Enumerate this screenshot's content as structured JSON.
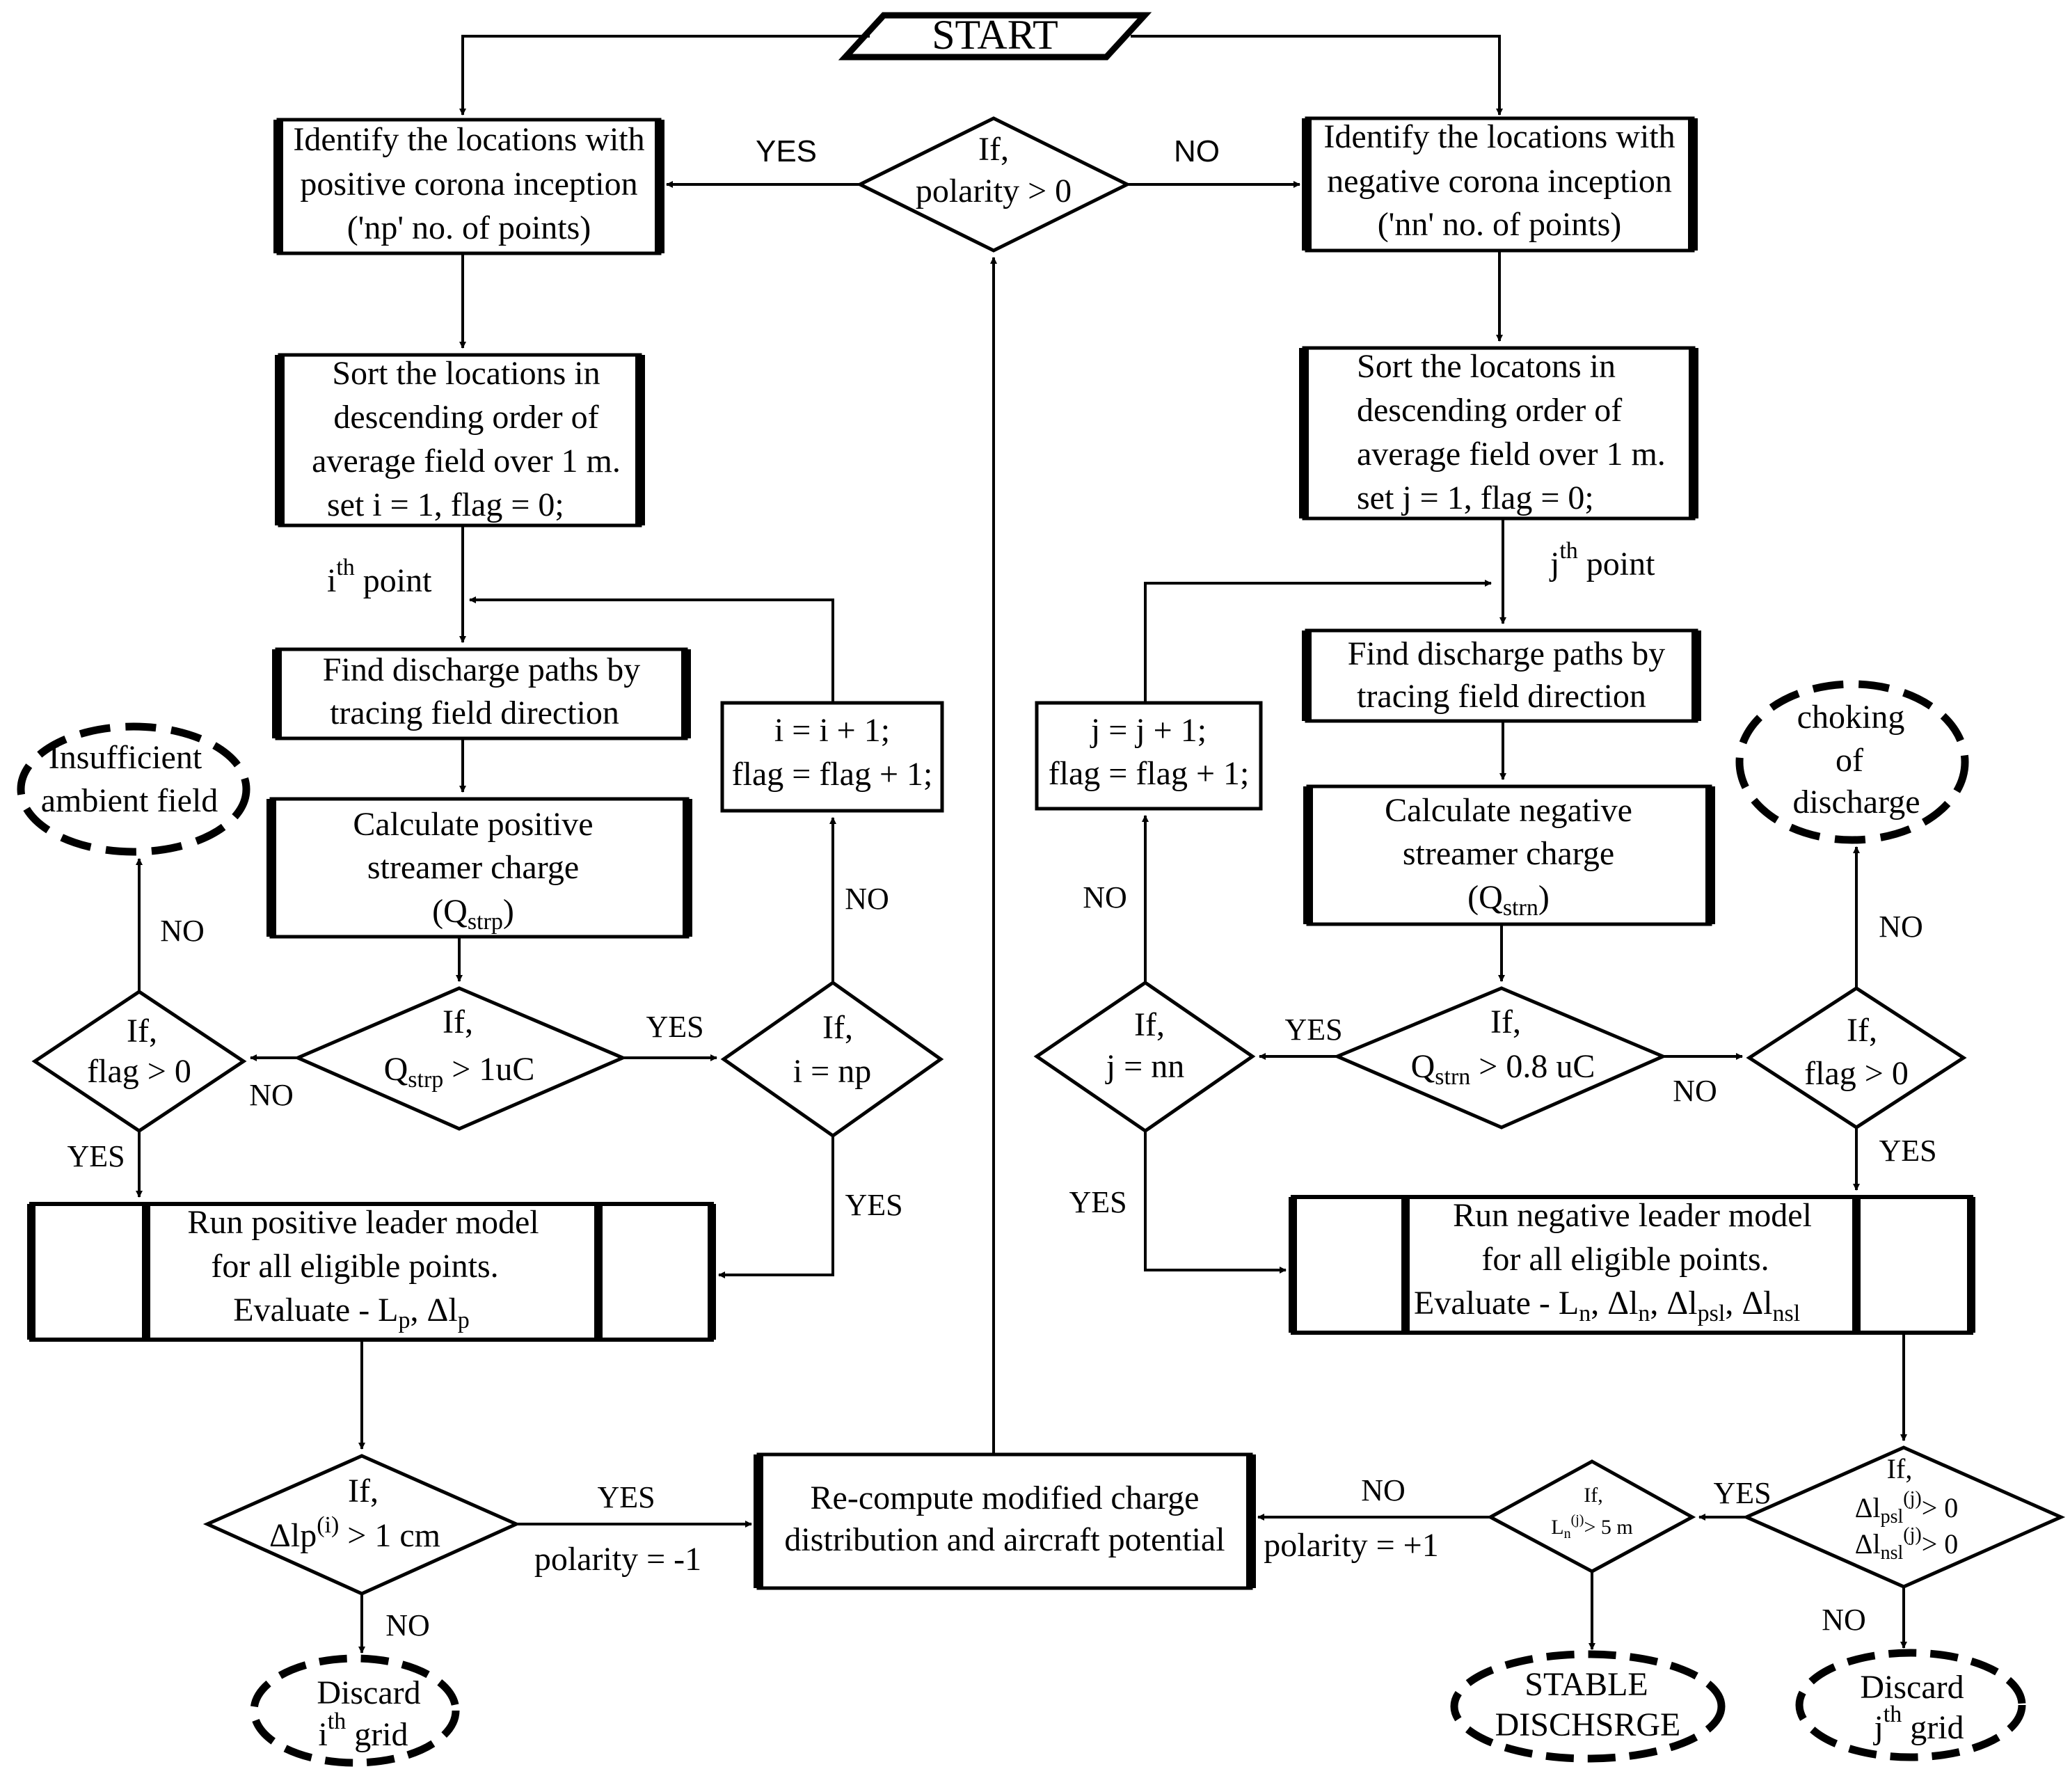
{
  "start": "START",
  "d_polarity": {
    "l1": "If,",
    "l2": "polarity > 0"
  },
  "yes": "YES",
  "no": "NO",
  "b_pos_identify": [
    "Identify the locations with",
    "positive corona inception",
    "('np' no. of points)"
  ],
  "b_neg_identify": [
    "Identify the locations with",
    "negative corona inception",
    "('nn' no. of points)"
  ],
  "b_pos_sort": [
    "Sort the locations in",
    "descending order of",
    "average field over 1 m.",
    "set i = 1, flag = 0;"
  ],
  "b_neg_sort": [
    "Sort the locatons in",
    "descending order of",
    "average field over 1 m.",
    "set j = 1, flag = 0;"
  ],
  "pt_i": {
    "base": "i",
    "sup": "th",
    "rest": " point"
  },
  "pt_j": {
    "base": "j",
    "sup": "th",
    "rest": " point"
  },
  "b_pos_find": [
    "Find discharge paths by",
    "tracing field direction"
  ],
  "b_neg_find": [
    "Find discharge paths by",
    "tracing field direction"
  ],
  "b_i_inc": [
    "i = i + 1;",
    "flag = flag + 1;"
  ],
  "b_j_inc": [
    "j = j + 1;",
    "flag = flag + 1;"
  ],
  "t_insufficient": [
    "Insufficient",
    "ambient field"
  ],
  "t_choking": [
    "choking",
    "of",
    "discharge"
  ],
  "b_pos_calc": {
    "l1": "Calculate positive",
    "l2": "streamer charge",
    "l3_pre": "(Q",
    "l3_sub": "strp",
    "l3_post": ")"
  },
  "b_neg_calc": {
    "l1": "Calculate negative",
    "l2": "streamer charge",
    "l3_pre": "(Q",
    "l3_sub": "strn",
    "l3_post": ")"
  },
  "d_flag_left": {
    "l1": "If,",
    "l2": "flag > 0"
  },
  "d_qstrp": {
    "l1": "If,",
    "l2_pre": "Q",
    "l2_sub": "strp",
    "l2_post": " > 1uC"
  },
  "d_inp": {
    "l1": "If,",
    "l2": "i = np"
  },
  "d_jnn": {
    "l1": "If,",
    "l2": "j = nn"
  },
  "d_qstrn": {
    "l1": "If,",
    "l2_pre": "Q",
    "l2_sub": "strn",
    "l2_post": " > 0.8 uC"
  },
  "d_flag_right": {
    "l1": "If,",
    "l2": "flag > 0"
  },
  "b_pos_leader": {
    "l1": "Run positive leader model",
    "l2": "for all eligible points.",
    "l3": "Evaluate - L",
    "s1": "p",
    "m1": ", Δl",
    "s2": "p"
  },
  "b_neg_leader": {
    "l1": "Run negative leader model",
    "l2": "for all eligible points.",
    "l3": "Evaluate - L",
    "s1": "n",
    "m1": ", Δl",
    "s2": "n",
    "m2": ", Δl",
    "s3": "psl",
    "m3": ", Δl",
    "s4": "nsl"
  },
  "d_dlp": {
    "l1": "If,",
    "l2_pre": "Δlp",
    "l2_sup": "(i)",
    "l2_post": " > 1 cm"
  },
  "b_recompute": [
    "Re-compute modified charge",
    "distribution and aircraft potential"
  ],
  "polarity_m1": "polarity = -1",
  "polarity_p1": "polarity = +1",
  "d_ln": {
    "l1": "If,",
    "l2_pre": "L",
    "l2_sub": "n",
    "l2_sup": "(j)",
    "l2_post": "> 5 m"
  },
  "d_dlpsl": {
    "l1": "If,",
    "a_pre": "Δl",
    "a_sub": "psl",
    "a_sup": "(j)",
    "a_post": "> 0",
    "b_pre": "Δl",
    "b_sub": "nsl",
    "b_sup": "(j)",
    "b_post": "> 0"
  },
  "t_discard_i": {
    "l1": "Discard",
    "base": "i",
    "sup": "th",
    "rest": " grid"
  },
  "t_discard_j": {
    "l1": "Discard",
    "base": "j",
    "sup": "th",
    "rest": " grid"
  },
  "t_stable": [
    "STABLE",
    "DISCHSRGE"
  ]
}
